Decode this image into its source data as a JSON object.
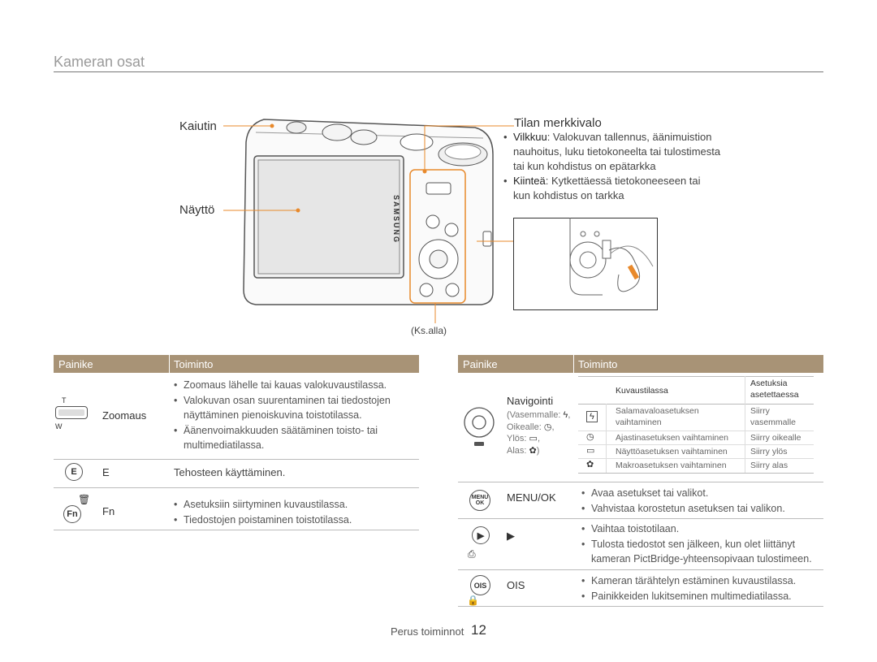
{
  "page": {
    "title": "Kameran osat",
    "footer_section": "Perus toiminnot",
    "footer_page": "12"
  },
  "figure": {
    "callout_speaker": "Kaiutin",
    "callout_display": "Näyttö",
    "callout_below": "(Ks.alla)",
    "brand": "SAMSUNG"
  },
  "status_lamp": {
    "title": "Tilan merkkivalo",
    "blink_term": "Vilkkuu",
    "blink_lines": [
      ": Valokuvan tallennus, äänimuistion",
      "nauhoitus, luku tietokoneelta tai tulostimesta",
      "tai kun kohdistus on epätarkka"
    ],
    "steady_term": "Kiinteä",
    "steady_lines": [
      ": Kytkettäessä tietokoneeseen tai",
      "kun kohdistus on tarkka"
    ]
  },
  "left_table": {
    "col_button": "Painike",
    "col_function": "Toiminto",
    "rows": [
      {
        "label": "Zoomaus",
        "icon_t": "T",
        "icon_w": "W",
        "items": [
          "Zoomaus lähelle tai kauas valokuvaustilassa.",
          "Valokuvan osan suurentaminen tai tiedostojen",
          "näyttäminen pienoiskuvina toistotilassa.",
          "Äänenvoimakkuuden säätäminen toisto- tai",
          "multimediatilassa."
        ]
      },
      {
        "label": "E",
        "icon": "E",
        "text": "Tehosteen käyttäminen."
      },
      {
        "label": "Fn",
        "icon": "Fn",
        "items": [
          "Asetuksiin siirtyminen kuvaustilassa.",
          "Tiedostojen poistaminen toistotilassa."
        ]
      }
    ]
  },
  "right_table": {
    "col_button": "Painike",
    "col_function": "Toiminto",
    "nav": {
      "label": "Navigointi",
      "dir_lines": [
        "(Vasemmalle:",
        "Oikealle:",
        "Ylös:",
        "Alas:"
      ],
      "hdr_shoot": "Kuvaustilassa",
      "hdr_settings_1": "Asetuksia",
      "hdr_settings_2": "asetettaessa",
      "rows": [
        {
          "icon": "ϟ",
          "a1": "Salamavaloasetuksen",
          "a2": "vaihtaminen",
          "b1": "Siirry",
          "b2": "vasemmalle"
        },
        {
          "icon": "◷",
          "a1": "Ajastinasetuksen vaihtaminen",
          "b1": "Siirry oikealle"
        },
        {
          "icon": "▭",
          "a1": "Näyttöasetuksen vaihtaminen",
          "b1": "Siirry ylös"
        },
        {
          "icon": "✿",
          "a1": "Makroasetuksen vaihtaminen",
          "b1": "Siirry alas"
        }
      ]
    },
    "menu": {
      "label": "MENU/OK",
      "icon_1": "MENU",
      "icon_2": "OK",
      "items": [
        "Avaa asetukset tai valikot.",
        "Vahvistaa korostetun asetuksen tai valikon."
      ]
    },
    "play": {
      "label": "▶",
      "icon": "▶",
      "items": [
        "Vaihtaa toistotilaan.",
        "Tulosta tiedostot sen jälkeen, kun olet liittänyt",
        "kameran PictBridge-yhteensopivaan tulostimeen."
      ]
    },
    "ois": {
      "label": "OIS",
      "icon": "OIS",
      "items": [
        "Kameran tärähtelyn estäminen kuvaustilassa.",
        "Painikkeiden lukitseminen multimediatilassa."
      ]
    }
  },
  "colors": {
    "table_header": "#a89376",
    "callout_line": "#e8892b",
    "rule": "#777777"
  }
}
